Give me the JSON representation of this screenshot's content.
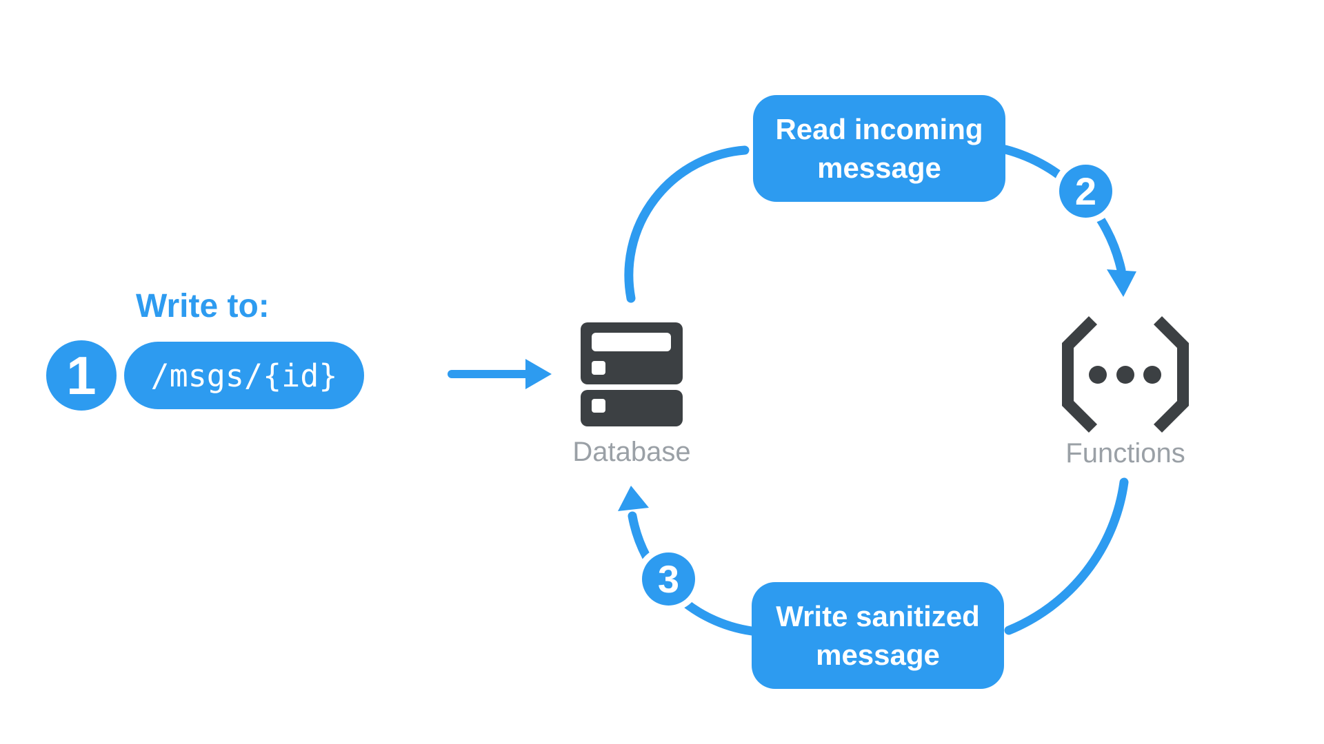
{
  "colors": {
    "blue": "#2d9bf0",
    "dark": "#3c4043",
    "gray": "#9aa0a6",
    "white": "#ffffff"
  },
  "write_step": {
    "badge": "1",
    "label": "Write to:",
    "path": "/msgs/{id}"
  },
  "nodes": {
    "database": {
      "label": "Database"
    },
    "functions": {
      "label": "Functions"
    }
  },
  "flow": {
    "read_step": {
      "badge": "2",
      "label": "Read incoming message"
    },
    "sanitize_step": {
      "badge": "3",
      "label": "Write sanitized message"
    }
  }
}
